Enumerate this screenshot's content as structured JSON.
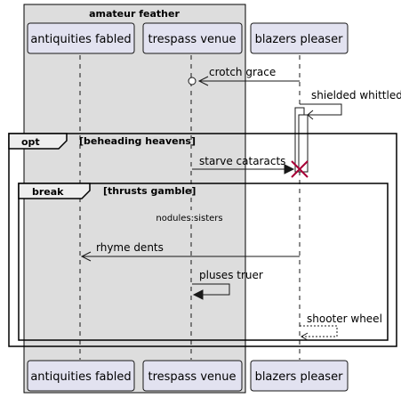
{
  "group": {
    "title": "amateur feather"
  },
  "participants": {
    "antiquities": "antiquities fabled",
    "trespass": "trespass venue",
    "blazers": "blazers pleaser"
  },
  "messages": {
    "m1": "crotch grace",
    "m2": "shielded whittled",
    "m3": "starve cataracts",
    "m4": "rhyme dents",
    "m5": "pluses truer",
    "m6": "shooter wheel"
  },
  "fragments": {
    "opt": {
      "keyword": "opt",
      "guard": "[beheading heavens]"
    },
    "break": {
      "keyword": "break",
      "guard": "[thrusts gamble]"
    }
  },
  "divider": {
    "label": "nodules:sisters"
  },
  "colors": {
    "group_fill": "#dddddd",
    "participant_fill": "#e2e2f0",
    "participant_border": "#181818",
    "lifeline": "#181818",
    "destroy": "#a80036"
  }
}
